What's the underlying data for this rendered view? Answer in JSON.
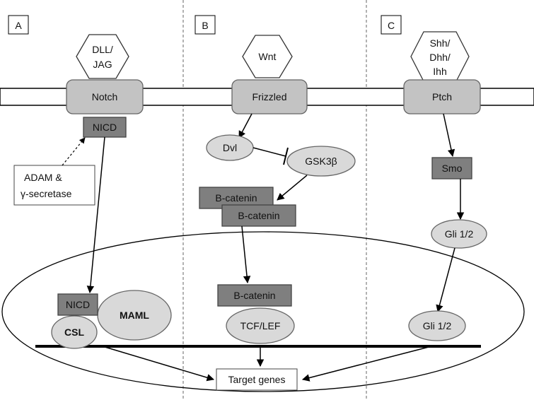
{
  "panels": {
    "a": {
      "letter": "A",
      "ligand": [
        "DLL/",
        "JAG"
      ],
      "receptor": "Notch",
      "nicd_top": "NICD",
      "enzymes": [
        "ADAM &",
        "γ-secretase"
      ],
      "nicd_nuclear": "NICD",
      "csl": "CSL",
      "maml": "MAML"
    },
    "b": {
      "letter": "B",
      "ligand": [
        "Wnt"
      ],
      "receptor": "Frizzled",
      "dvl": "Dvl",
      "gsk": "GSK3β",
      "bcatenin_1": "B-catenin",
      "bcatenin_2": "B-catenin",
      "bcatenin_nuclear": "B-catenin",
      "tcf": "TCF/LEF"
    },
    "c": {
      "letter": "C",
      "ligand": [
        "Shh/",
        "Dhh/",
        "Ihh"
      ],
      "receptor": "Ptch",
      "smo": "Smo",
      "gli_cyto": "Gli 1/2",
      "gli_nuclear": "Gli 1/2"
    }
  },
  "target_genes": "Target genes",
  "colors": {
    "receptor_fill": "#c3c3c3",
    "box_fill": "#7f7f7f",
    "oval_fill": "#d9d9d9",
    "stroke": "#555555"
  }
}
